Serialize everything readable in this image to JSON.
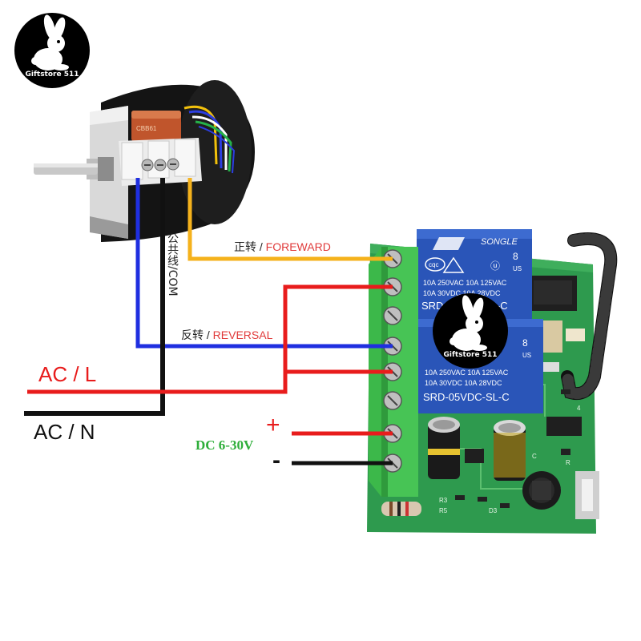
{
  "logo": {
    "text": "Giftstore 511"
  },
  "motor": {
    "capacitor_text": "CBB61"
  },
  "wires": {
    "forward": {
      "label_cn": "正转",
      "label_sep": " / ",
      "label_en": "FOREWARD",
      "color": "#f5b21c"
    },
    "reversal": {
      "label_cn": "反转",
      "label_sep": " / ",
      "label_en": "REVERSAL",
      "color": "#1f2fe0"
    },
    "com": {
      "label": "公共线/COM",
      "color": "#111111"
    },
    "ac_l": {
      "label": "AC / L",
      "color": "#e81c1c"
    },
    "ac_n": {
      "label": "AC / N",
      "color": "#000000"
    },
    "dc": {
      "label": "DC 6-30V",
      "plus": "+",
      "minus": "-",
      "label_color": "#2eae3a",
      "plus_color": "#e81c1c"
    }
  },
  "board": {
    "relay_brand": "SONGLE",
    "relay_num": "8",
    "relay_us": "US",
    "relay_cqc": "cqc",
    "relay_line1": "10A  250VAC   10A  125VAC",
    "relay_line2": "10A  30VDC    10A  28VDC",
    "relay_model_top": "SRD-05VDC-SL-C",
    "relay_model_bottom": "SRD-05VDC-SL-C",
    "pcb_marks": [
      "R3",
      "R5",
      "D3",
      "C",
      "4",
      "R"
    ]
  },
  "colors": {
    "pcb": "#2e9a4e",
    "terminal": "#3cb84a",
    "relay": "#2a55b8"
  }
}
